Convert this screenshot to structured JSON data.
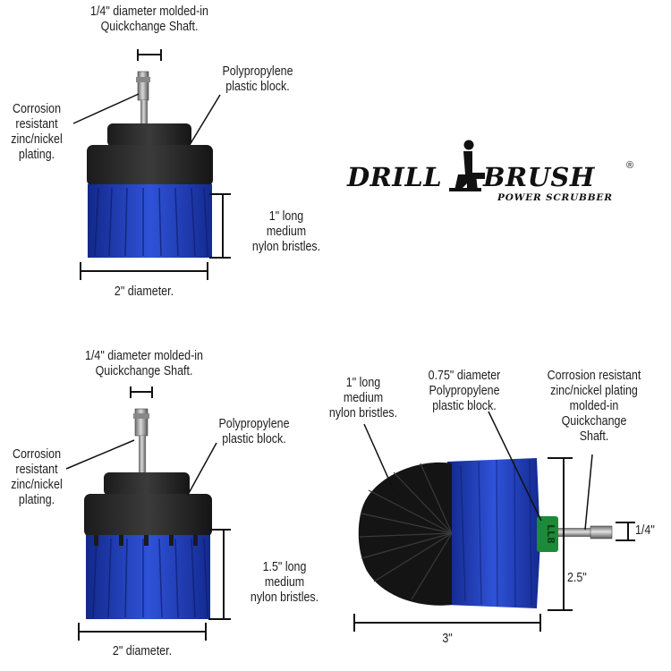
{
  "brand": {
    "word_left": "DRILL",
    "word_right": "BRUSH",
    "registered": "®",
    "tagline": "POWER SCRUBBER",
    "logo_icon": "person-with-drill-icon",
    "colors": {
      "bristle_blue": "#1f3fb0",
      "bristle_black": "#1a1a1a",
      "block": "#2b2b2b",
      "ring_green": "#1d8a3a"
    }
  },
  "product_top": {
    "shaft_label": "1/4\" diameter molded-in\nQuickchange Shaft.",
    "block_label": "Polypropylene\nplastic block.",
    "plating_label": "Corrosion\nresistant\nzinc/nickel\nplating.",
    "bristle_label": "1\" long\nmedium\nnylon bristles.",
    "diameter_label": "2\" diameter."
  },
  "product_bottom_left": {
    "shaft_label": "1/4\" diameter molded-in\nQuickchange Shaft.",
    "block_label": "Polypropylene\nplastic block.",
    "plating_label": "Corrosion\nresistant\nzinc/nickel\nplating.",
    "bristle_label": "1.5\" long\nmedium\nnylon bristles.",
    "diameter_label": "2\" diameter."
  },
  "product_bottom_right": {
    "bristle_label": "1\" long\nmedium\nnylon bristles.",
    "block_label": "0.75\" diameter\nPolypropylene\nplastic block.",
    "plating_label": "Corrosion resistant\nzinc/nickel plating\nmolded-in\nQuickchange\nShaft.",
    "shaft_dim": "1/4\"",
    "height_dim": "2.5\"",
    "length_dim": "3\"",
    "ring_text": "LL8"
  }
}
